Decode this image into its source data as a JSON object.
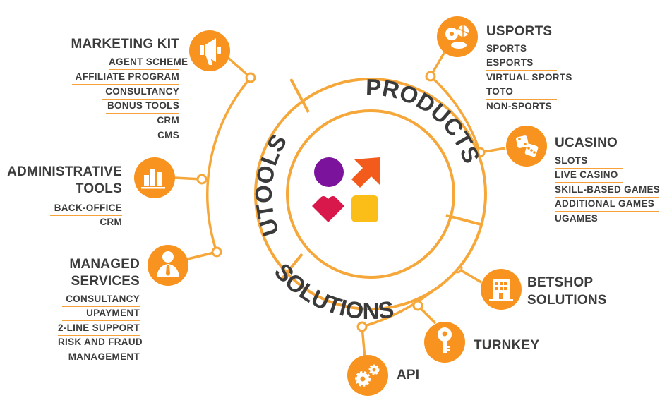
{
  "center": {
    "ring_labels": {
      "products": "PRODUCTS",
      "solutions": "SOLUTIONS",
      "utools": "UTOOLS"
    }
  },
  "colors": {
    "orange": "#f7931e",
    "ring_outline": "#f6a73a",
    "logo_purple": "#7b139c",
    "logo_orange": "#f35b1d",
    "logo_red": "#d8174a",
    "logo_yellow": "#fbbe18"
  },
  "groups": {
    "marketing_kit": {
      "title": "MARKETING KIT",
      "icon": "megaphone-icon",
      "items": [
        "AGENT SCHEME",
        "AFFILIATE PROGRAM",
        "CONSULTANCY",
        "BONUS TOOLS",
        "CRM",
        "CMS"
      ]
    },
    "administrative_tools": {
      "title_line1": "ADMINISTRATIVE",
      "title_line2": "TOOLS",
      "icon": "bar-chart-icon",
      "items": [
        "BACK-OFFICE",
        "CRM"
      ]
    },
    "managed_services": {
      "title_line1": "MANAGED",
      "title_line2": "SERVICES",
      "icon": "manager-icon",
      "items": [
        "CONSULTANCY",
        "UPAYMENT",
        "2-LINE SUPPORT",
        "RISK AND FRAUD",
        "MANAGEMENT"
      ]
    },
    "usports": {
      "title": "USPORTS",
      "icon": "sports-balls-icon",
      "items": [
        "SPORTS",
        "ESPORTS",
        "VIRTUAL SPORTS",
        "TOTO",
        "NON-SPORTS"
      ]
    },
    "ucasino": {
      "title": "UCASINO",
      "icon": "dice-icon",
      "items": [
        "SLOTS",
        "LIVE CASINO",
        "SKILL-BASED GAMES",
        "ADDITIONAL GAMES",
        "UGAMES"
      ]
    },
    "betshop": {
      "title_line1": "BETSHOP",
      "title_line2": "SOLUTIONS",
      "icon": "building-icon"
    },
    "turnkey": {
      "title": "TURNKEY",
      "icon": "key-icon"
    },
    "api": {
      "title": "API",
      "icon": "gears-icon"
    }
  }
}
